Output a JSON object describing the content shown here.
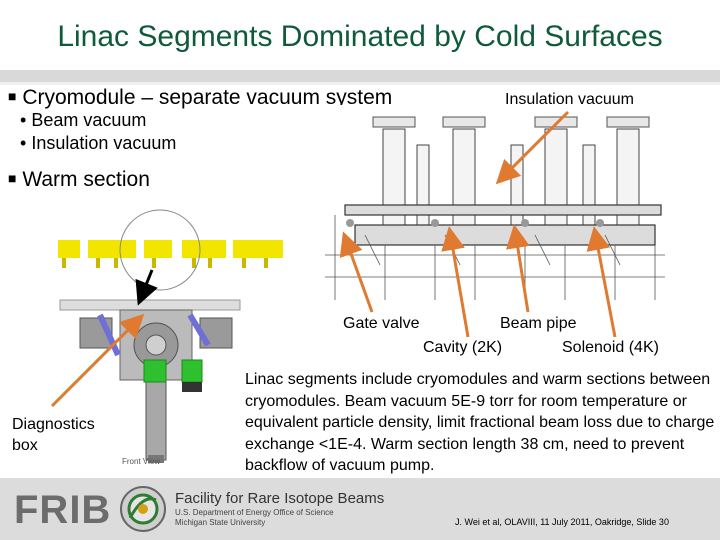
{
  "title": "Linac Segments Dominated by Cold Surfaces",
  "bullets": {
    "cryomodule": "Cryomodule – separate vacuum system",
    "beam_vacuum": "Beam vacuum",
    "insulation_vacuum_sub": "Insulation vacuum",
    "warm_section": "Warm section"
  },
  "labels": {
    "insulation_vacuum": "Insulation vacuum",
    "gate_valve": "Gate valve",
    "beam_pipe": "Beam pipe",
    "cavity": "Cavity (2K)",
    "solenoid": "Solenoid (4K)",
    "diagnostics_1": "Diagnostics",
    "diagnostics_2": "box",
    "front_view": "Front View"
  },
  "body_text": "Linac segments include cryomodules and warm sections between cryomodules. Beam vacuum 5E-9 torr for room temperature or equivalent particle density, limit fractional beam loss due to charge exchange <1E-4. Warm section length 38 cm, need to prevent backflow of vacuum pump.",
  "footer": {
    "logo": "FRIB",
    "facility": "Facility for Rare Isotope Beams",
    "sub1": "U.S. Department of Energy Office of Science",
    "sub2": "Michigan State University",
    "citation": "J. Wei et al, OLAVIII, 11 July 2011, Oakridge, Slide 30"
  },
  "colors": {
    "title": "#0f5a3a",
    "arrow": "#e07a30",
    "bar": "#f2e600",
    "green": "#2ec02e",
    "purple": "#6f6fd8"
  }
}
